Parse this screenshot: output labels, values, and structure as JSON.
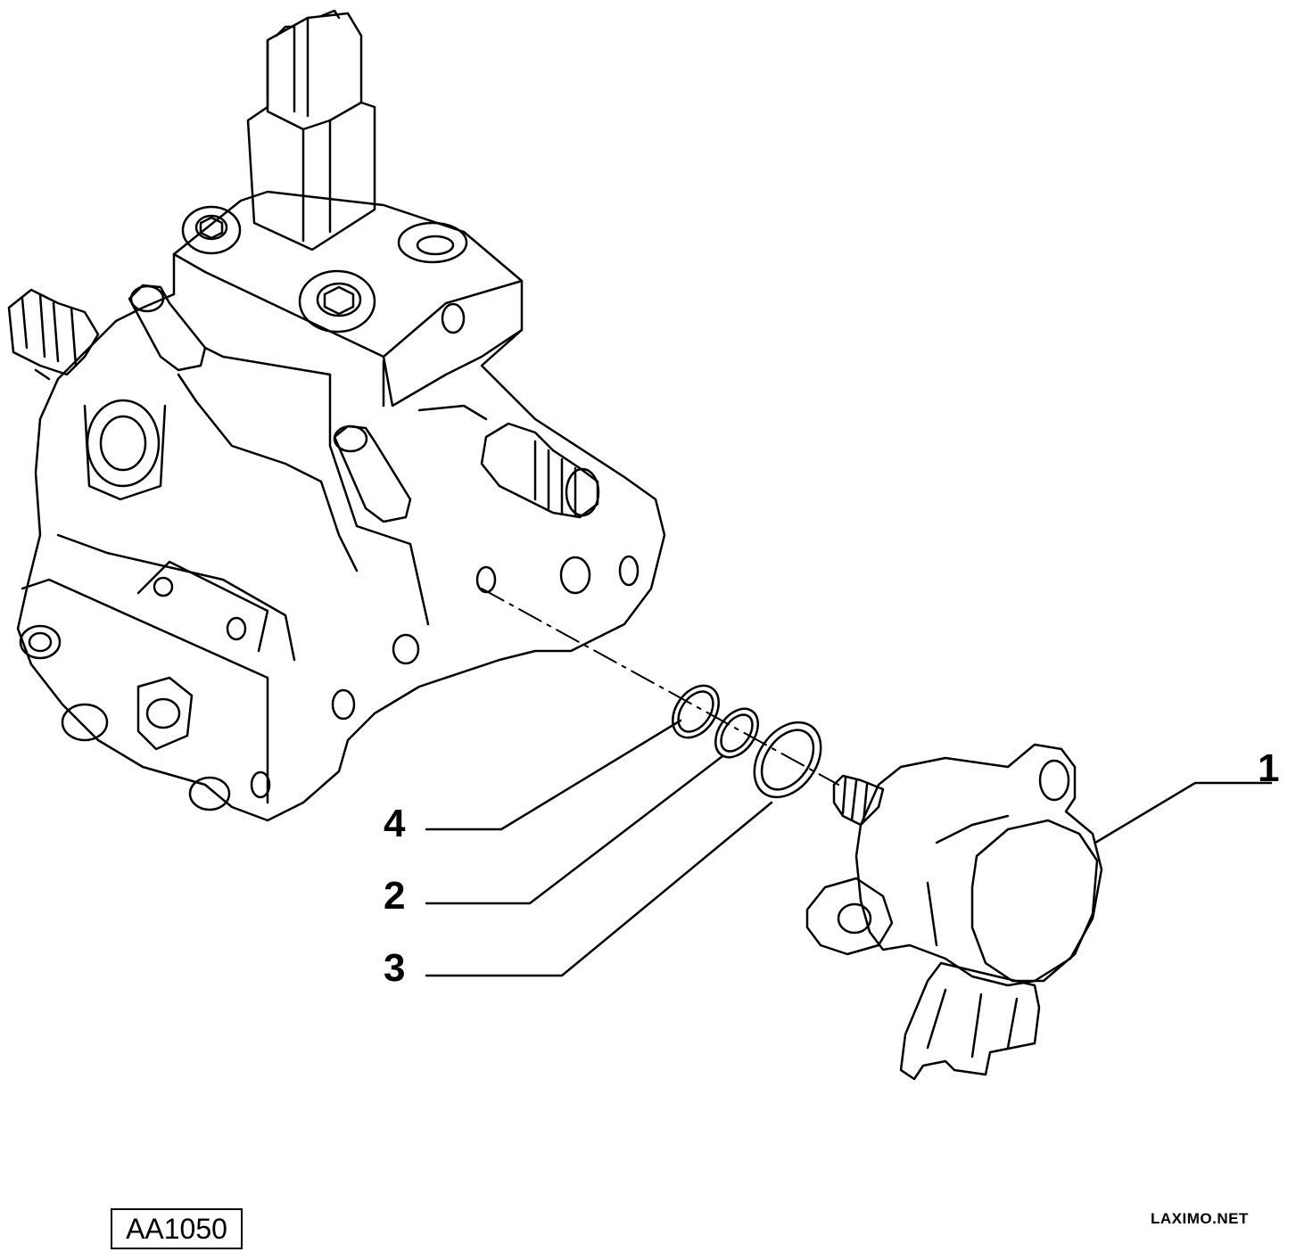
{
  "diagram": {
    "callouts": [
      {
        "id": "1",
        "label": "1"
      },
      {
        "id": "4",
        "label": "4"
      },
      {
        "id": "2",
        "label": "2"
      },
      {
        "id": "3",
        "label": "3"
      }
    ],
    "code": "AA1050",
    "watermark": "LAXIMO.NET",
    "colors": {
      "line": "#000000",
      "background": "#ffffff"
    }
  }
}
